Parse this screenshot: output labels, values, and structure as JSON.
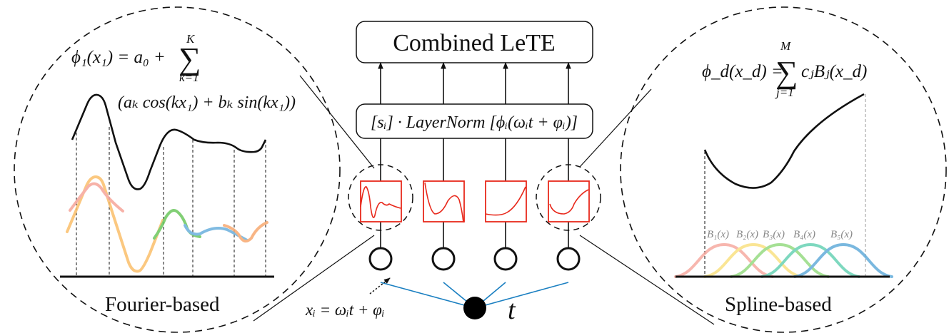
{
  "top_box": {
    "label": "Combined LeTE"
  },
  "norm_box": {
    "label": "[sᵢ] · LayerNorm [ϕᵢ(ωᵢt + φᵢ)]"
  },
  "input_node": {
    "label": "t"
  },
  "input_annotation": {
    "label": "xᵢ = ωᵢt + φᵢ"
  },
  "fourier_panel": {
    "title": "Fourier-based",
    "formula_main": "ϕ₁(x₁) = a₀ +",
    "sum_upper": "K",
    "sum_lower": "k=1",
    "formula_term": "(aₖ cos(kx₁) + bₖ sin(kx₁))"
  },
  "spline_panel": {
    "title": "Spline-based",
    "formula_lhs": "ϕ_d(x_d) =",
    "sum_upper": "M",
    "sum_lower": "j=1",
    "formula_term": "cⱼBⱼ(x_d)",
    "basis_labels": [
      "B₁(x)",
      "B₂(x)",
      "B₃(x)",
      "B₄(x)",
      "B₅(x)"
    ],
    "basis_colors": [
      "#f6a59a",
      "#f9df7a",
      "#8fd97a",
      "#5fcfb0",
      "#5aa7d8"
    ]
  },
  "fourier_component_colors": [
    "#fbbf6b",
    "#f6a59a",
    "#6cc75e",
    "#6bb0dd",
    "#f7a970"
  ],
  "accent_colors": {
    "function_box": "#e8291c",
    "connection": "#1a7fc1"
  },
  "units": [
    {
      "name": "unit-1",
      "highlighted": true
    },
    {
      "name": "unit-2",
      "highlighted": false
    },
    {
      "name": "unit-3",
      "highlighted": false
    },
    {
      "name": "unit-4",
      "highlighted": true
    }
  ]
}
